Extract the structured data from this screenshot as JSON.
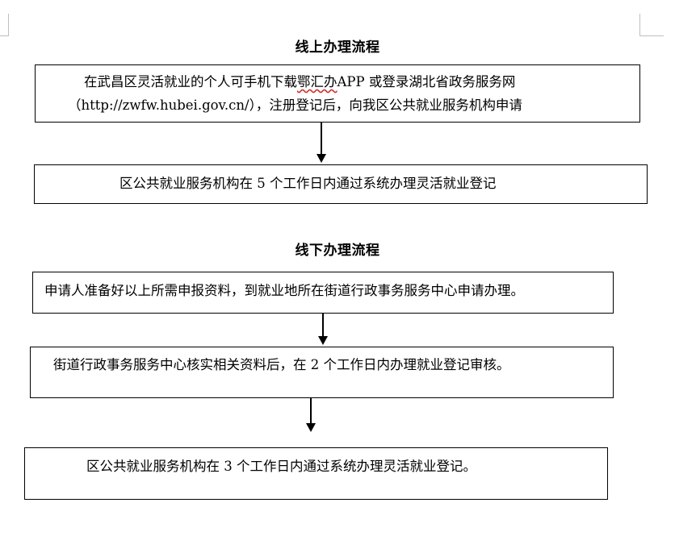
{
  "online": {
    "heading": "线上办理流程",
    "step1": {
      "line1_pre": "在武昌区灵活就业的个人可手机下载",
      "line1_app": "鄂汇办",
      "line1_post": "APP 或登录湖北省政务服务网",
      "line2": "（http://zwfw.hubei.gov.cn/），注册登记后，向我区公共就业服务机构申请"
    },
    "step2": "区公共就业服务机构在 5 个工作日内通过系统办理灵活就业登记"
  },
  "offline": {
    "heading": "线下办理流程",
    "step1": "申请人准备好以上所需申报资料，到就业地所在街道行政事务服务中心申请办理。",
    "step2": "街道行政事务服务中心核实相关资料后，在 2 个工作日内办理就业登记审核。",
    "step3": "区公共就业服务机构在 3 个工作日内通过系统办理灵活就业登记。"
  }
}
